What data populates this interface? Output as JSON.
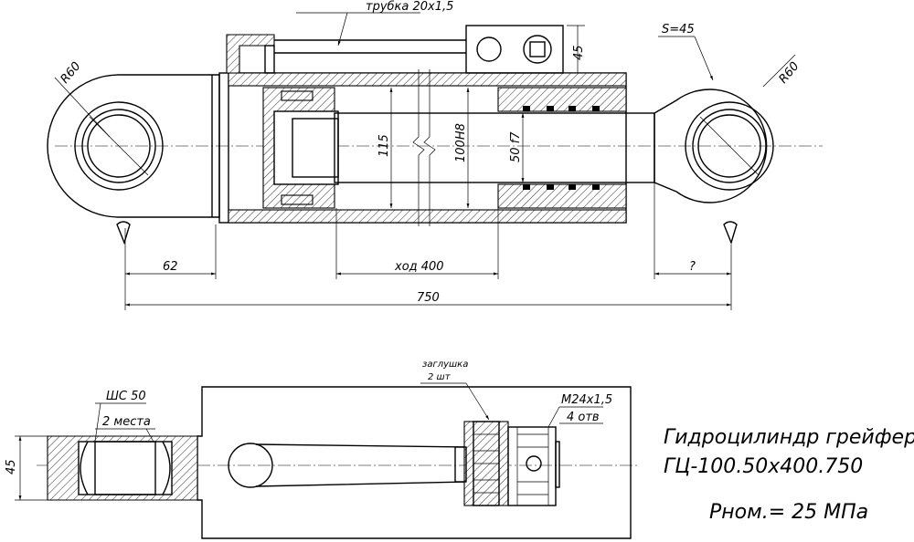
{
  "labels": {
    "r60_left": "R60",
    "r60_right": "R60",
    "tube": "трубка 20х1,5",
    "dim_45_top": "45",
    "s45": "S=45",
    "dim_115": "115",
    "dim_100h8": "100H8",
    "dim_50f7": "50 f7",
    "dim_62": "62",
    "stroke": "ход 400",
    "unknown": "?",
    "dim_750": "750",
    "plug_1": "заглушка",
    "plug_2": "2 шт",
    "bearing_1": "ШС 50",
    "bearing_2": "2 места",
    "thread_1": "М24х1,5",
    "thread_2": "4 отв",
    "dim_45_side": "45"
  },
  "title": {
    "line1": "Гидроцилиндр грейфера",
    "line2": "ГЦ-100.50х400.750",
    "pressure": "Рном.= 25 МПа"
  }
}
